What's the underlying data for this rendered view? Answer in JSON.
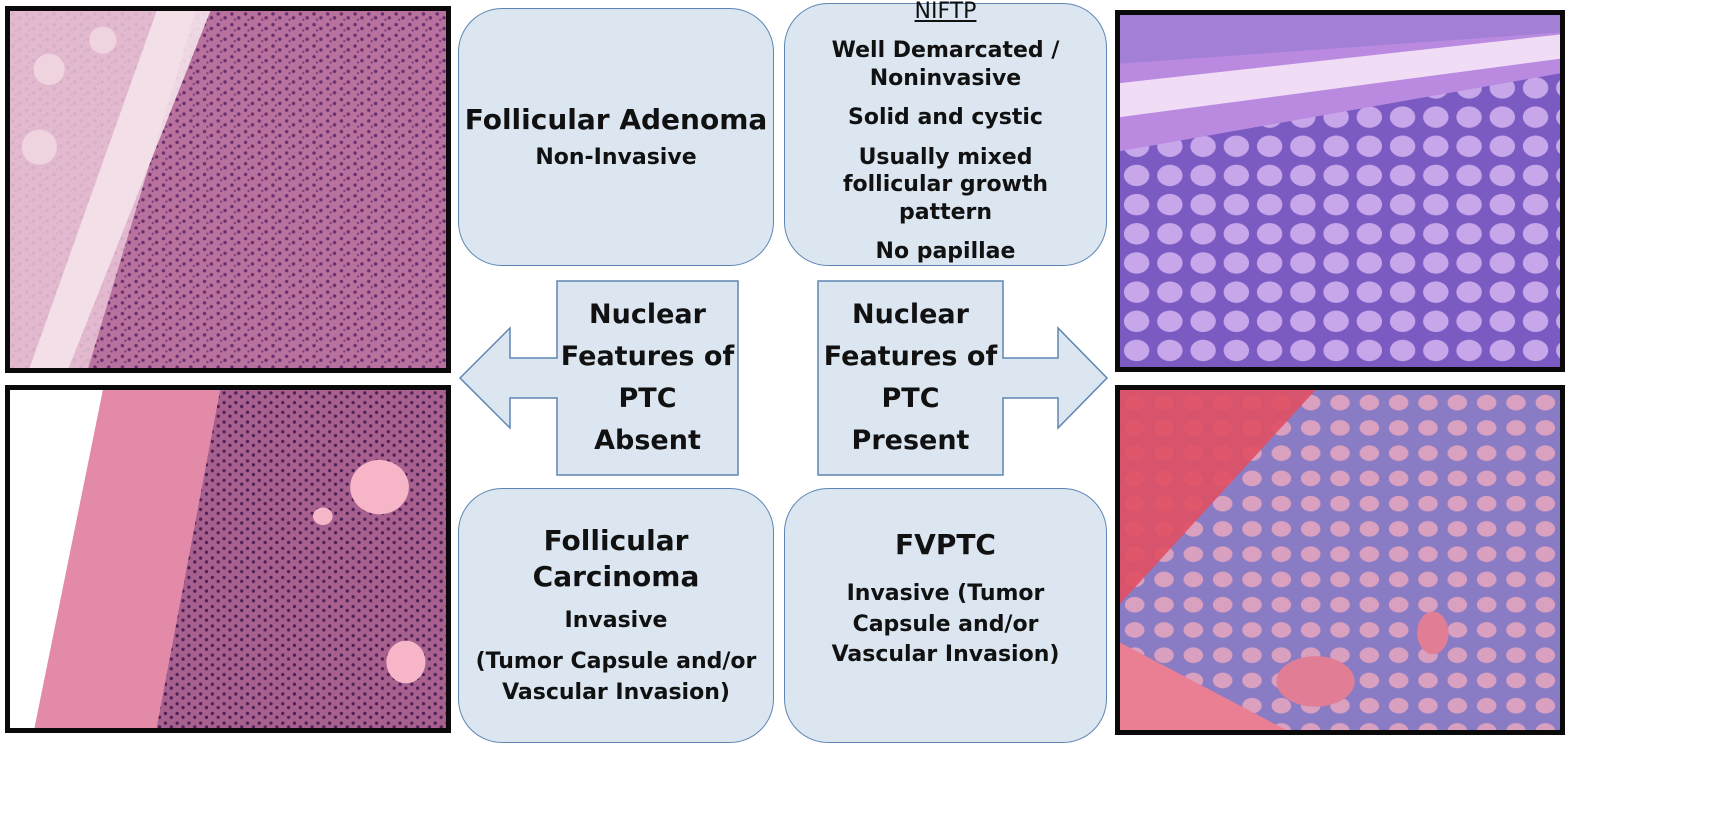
{
  "colors": {
    "box_fill": "#dbe6f1",
    "box_border": "#5e86b3",
    "photo_border": "#0a0a0a"
  },
  "images": {
    "top_left": "Histology photomicrograph (follicular adenoma, H&E)",
    "bottom_left": "Histology photomicrograph (follicular carcinoma, H&E)",
    "top_right": "Histology photomicrograph (NIFTP, H&E)",
    "bottom_right": "Histology photomicrograph (FVPTC, H&E)"
  },
  "boxes": {
    "follicular_adenoma": {
      "title": "Follicular Adenoma",
      "subtitle": "Non-Invasive"
    },
    "niftp": {
      "heading": "NIFTP",
      "lines": [
        "Well Demarcated / Noninvasive",
        "Solid and cystic",
        "Usually mixed follicular growth pattern",
        "No papillae"
      ]
    },
    "follicular_carcinoma": {
      "title": "Follicular Carcinoma",
      "subtitle": "Invasive",
      "detail": "(Tumor Capsule and/or Vascular Invasion)"
    },
    "fvptc": {
      "title": "FVPTC",
      "detail": "Invasive (Tumor Capsule and/or Vascular Invasion)"
    }
  },
  "arrows": {
    "left": {
      "lines": [
        "Nuclear",
        "Features of",
        "PTC",
        "Absent"
      ]
    },
    "right": {
      "lines": [
        "Nuclear",
        "Features of",
        "PTC",
        "Present"
      ]
    }
  }
}
